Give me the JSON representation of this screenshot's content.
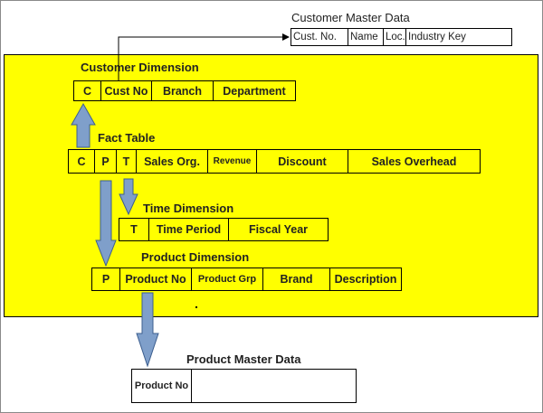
{
  "customer_master": {
    "title": "Customer Master Data",
    "columns": [
      "Cust. No.",
      "Name",
      "Loc.",
      "Industry Key"
    ]
  },
  "customer_dimension": {
    "title": "Customer Dimension",
    "columns": [
      "C",
      "Cust No",
      "Branch",
      "Department"
    ]
  },
  "fact_table": {
    "title": "Fact Table",
    "columns": [
      "C",
      "P",
      "T",
      "Sales Org.",
      "Revenue",
      "Discount",
      "Sales Overhead"
    ]
  },
  "time_dimension": {
    "title": "Time Dimension",
    "columns": [
      "T",
      "Time Period",
      "Fiscal Year"
    ]
  },
  "product_dimension": {
    "title": "Product Dimension",
    "columns": [
      "P",
      "Product No",
      "Product Grp",
      "Brand",
      "Description"
    ]
  },
  "product_master": {
    "title": "Product Master Data",
    "columns": [
      "Product No",
      ""
    ]
  },
  "colors": {
    "highlight": "#ffff00",
    "arrow_fill": "#7f9fca",
    "arrow_stroke": "#3d5f8f"
  }
}
